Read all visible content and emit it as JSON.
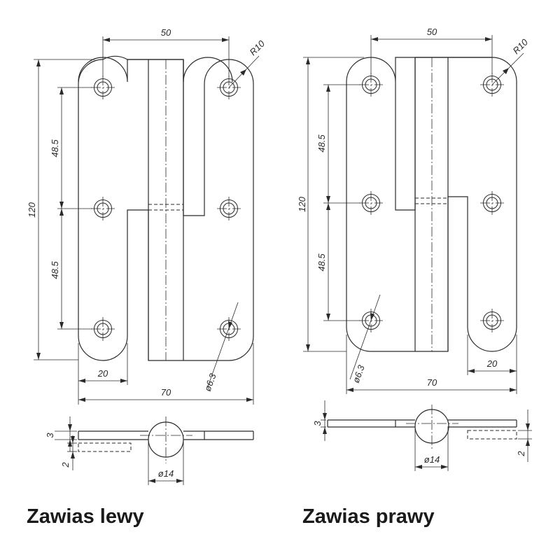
{
  "left_hinge": {
    "caption": "Zawias lewy",
    "dims": {
      "width_50": "50",
      "radius": "R10",
      "height_120": "120",
      "spacing_upper": "48.5",
      "spacing_lower": "48.5",
      "width_20": "20",
      "width_70": "70",
      "hole": "ø6.3",
      "thick_3": "3",
      "thick_2": "2",
      "knuckle": "ø14"
    }
  },
  "right_hinge": {
    "caption": "Zawias prawy",
    "dims": {
      "width_50": "50",
      "radius": "R10",
      "height_120": "120",
      "spacing_upper": "48.5",
      "spacing_lower": "48.5",
      "width_20": "20",
      "width_70": "70",
      "hole": "ø6.3",
      "thick_3": "3",
      "thick_2": "2",
      "knuckle": "ø14"
    }
  }
}
